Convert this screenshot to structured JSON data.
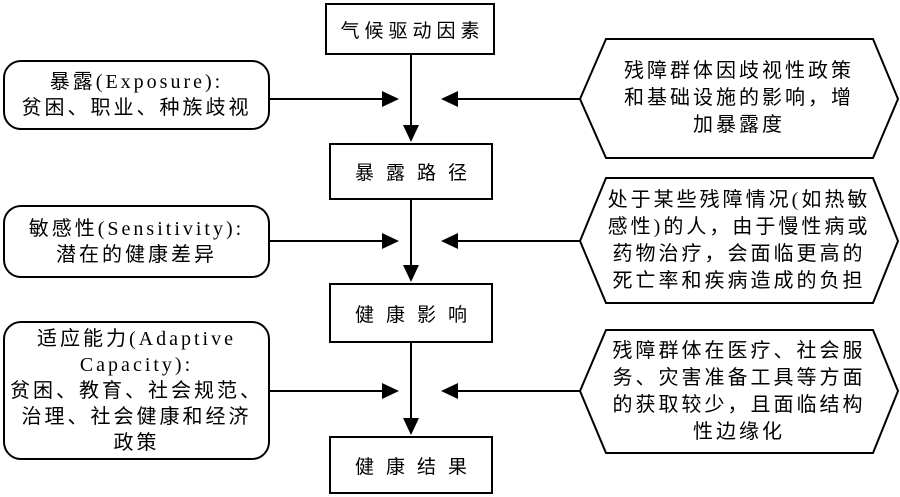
{
  "diagram": {
    "colors": {
      "stroke": "#000000",
      "background": "#ffffff",
      "text": "#000000"
    },
    "center_flow": [
      {
        "id": "climate-drivers",
        "label": "气候驱动因素"
      },
      {
        "id": "exposure-pathway",
        "label": "暴露路径"
      },
      {
        "id": "health-impacts",
        "label": "健康影响"
      },
      {
        "id": "health-outcomes",
        "label": "健康结果"
      }
    ],
    "left_factors": [
      {
        "id": "exposure",
        "lines": [
          "暴露(Exposure):",
          "贫困、职业、种族歧视"
        ]
      },
      {
        "id": "sensitivity",
        "lines": [
          "敏感性(Sensitivity):",
          "潜在的健康差异"
        ]
      },
      {
        "id": "adaptive-capacity",
        "lines": [
          "适应能力(Adaptive",
          "Capacity):",
          "贫困、教育、社会规范、",
          "治理、社会健康和经济",
          "政策"
        ]
      }
    ],
    "right_notes": [
      {
        "id": "exposure-note",
        "lines": [
          "残障群体因歧视性政策",
          "和基础设施的影响，增",
          "加暴露度"
        ]
      },
      {
        "id": "sensitivity-note",
        "lines": [
          "处于某些残障情况(如热敏",
          "感性)的人，由于慢性病或",
          "药物治疗，会面临更高的",
          "死亡率和疾病造成的负担"
        ]
      },
      {
        "id": "adaptive-note",
        "lines": [
          "残障群体在医疗、社会服",
          "务、灾害准备工具等方面",
          "的获取较少，且面临结构",
          "性边缘化"
        ]
      }
    ]
  }
}
